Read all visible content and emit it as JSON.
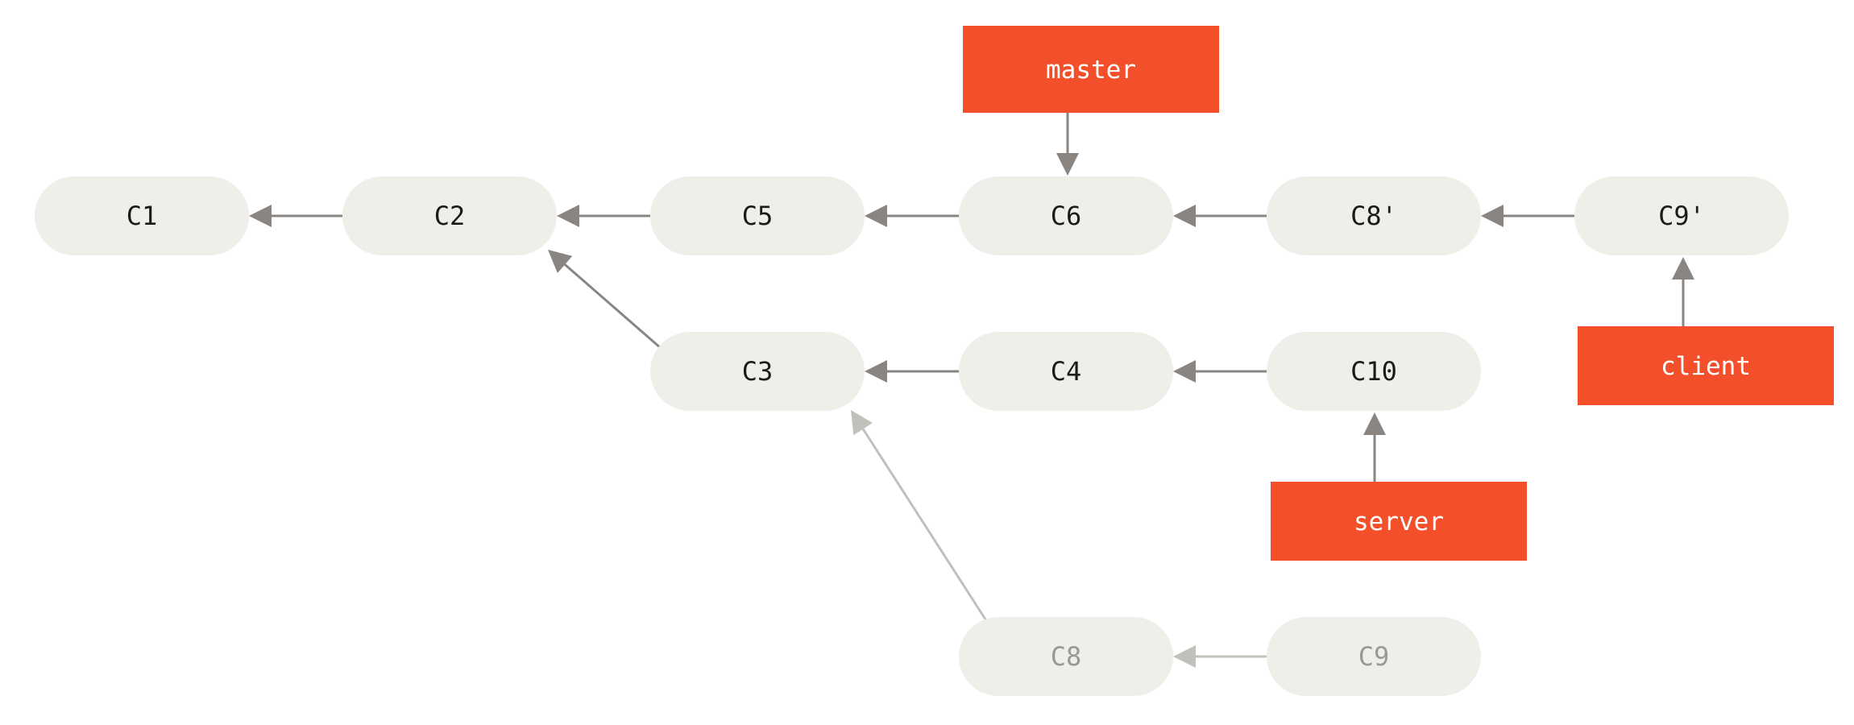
{
  "colors": {
    "commit_fill": "#EFEEE9",
    "commit_text": "#1a1a1a",
    "faded_text": "#9a9892",
    "arrow": "#8A8580",
    "faded_arrow": "#C2C0BA",
    "branch_fill": "#F34F2B",
    "branch_text": "#FFFFFF"
  },
  "commits": [
    {
      "id": "c1",
      "label": "C1"
    },
    {
      "id": "c2",
      "label": "C2"
    },
    {
      "id": "c5",
      "label": "C5"
    },
    {
      "id": "c6",
      "label": "C6"
    },
    {
      "id": "c8p",
      "label": "C8'"
    },
    {
      "id": "c9p",
      "label": "C9'"
    },
    {
      "id": "c3",
      "label": "C3"
    },
    {
      "id": "c4",
      "label": "C4"
    },
    {
      "id": "c10",
      "label": "C10"
    },
    {
      "id": "c8",
      "label": "C8",
      "faded": true
    },
    {
      "id": "c9",
      "label": "C9",
      "faded": true
    }
  ],
  "branches": [
    {
      "id": "master",
      "label": "master",
      "target": "c6"
    },
    {
      "id": "client",
      "label": "client",
      "target": "c9p"
    },
    {
      "id": "server",
      "label": "server",
      "target": "c10"
    }
  ],
  "edges": [
    {
      "from": "c2",
      "to": "c1"
    },
    {
      "from": "c5",
      "to": "c2"
    },
    {
      "from": "c6",
      "to": "c5"
    },
    {
      "from": "c8p",
      "to": "c6"
    },
    {
      "from": "c9p",
      "to": "c8p"
    },
    {
      "from": "c3",
      "to": "c2"
    },
    {
      "from": "c4",
      "to": "c3"
    },
    {
      "from": "c10",
      "to": "c4"
    },
    {
      "from": "c8",
      "to": "c3",
      "faded": true
    },
    {
      "from": "c9",
      "to": "c8",
      "faded": true
    }
  ]
}
